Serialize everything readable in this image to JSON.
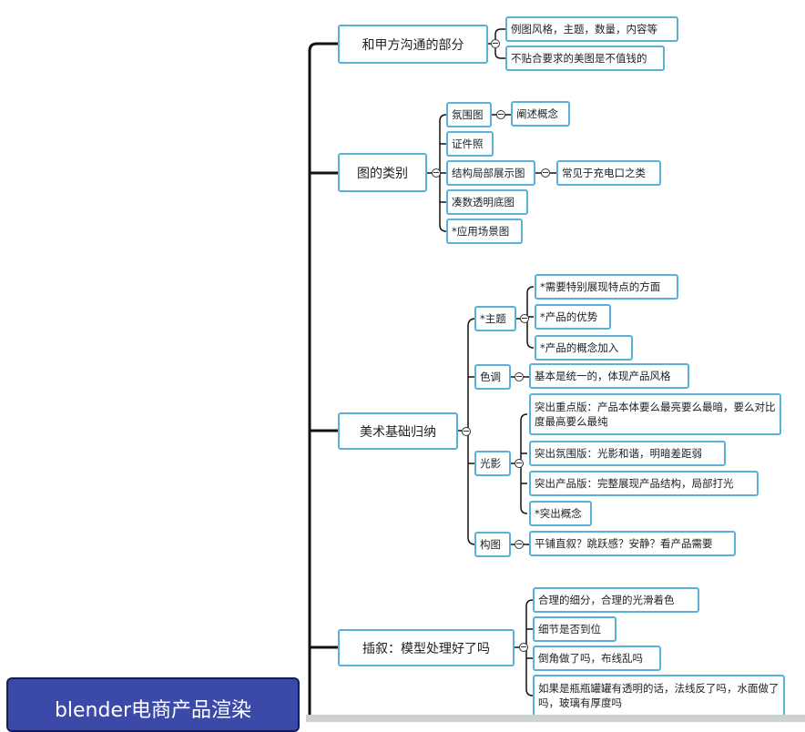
{
  "root": {
    "label": "blender电商产品渲染"
  },
  "branches": [
    {
      "label": "和甲方沟通的部分",
      "children": [
        {
          "label": "例图风格，主题，数量，内容等"
        },
        {
          "label": "不贴合要求的美图是不值钱的"
        }
      ]
    },
    {
      "label": "图的类别",
      "children": [
        {
          "label": "氛围图",
          "children": [
            {
              "label": "阐述概念"
            }
          ]
        },
        {
          "label": "证件照"
        },
        {
          "label": "结构局部展示图",
          "children": [
            {
              "label": "常见于充电口之类"
            }
          ]
        },
        {
          "label": "凑数透明底图"
        },
        {
          "label": "*应用场景图"
        }
      ]
    },
    {
      "label": "美术基础归纳",
      "children": [
        {
          "label": "*主题",
          "children": [
            {
              "label": "*需要特别展现特点的方面"
            },
            {
              "label": "*产品的优势"
            },
            {
              "label": "*产品的概念加入"
            }
          ]
        },
        {
          "label": "色调",
          "children": [
            {
              "label": "基本是统一的，体现产品风格"
            }
          ]
        },
        {
          "label": "光影",
          "children": [
            {
              "label": "突出重点版：产品本体要么最亮要么最暗，要么对比度最高要么最纯"
            },
            {
              "label": "突出氛围版：光影和谐，明暗差距弱"
            },
            {
              "label": "突出产品版：完整展现产品结构，局部打光"
            },
            {
              "label": "*突出概念"
            }
          ]
        },
        {
          "label": "构图",
          "children": [
            {
              "label": "平铺直叙？跳跃感？安静？看产品需要"
            }
          ]
        }
      ]
    },
    {
      "label": "插叙：模型处理好了吗",
      "children": [
        {
          "label": "合理的细分，合理的光滑着色"
        },
        {
          "label": "细节是否到位"
        },
        {
          "label": "倒角做了吗，布线乱吗"
        },
        {
          "label": "如果是瓶瓶罐罐有透明的话，法线反了吗，水面做了吗，玻璃有厚度吗"
        }
      ]
    }
  ],
  "colors": {
    "node_border": "#5ab1d8",
    "root_fill": "#3b4aa8",
    "connector": "#111111"
  }
}
